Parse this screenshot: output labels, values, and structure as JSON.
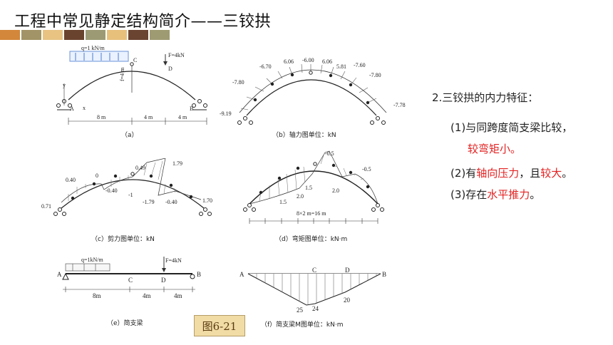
{
  "title": "工程中常见静定结构简介——三铰拱",
  "swatches": [
    "#d3873a",
    "#a29466",
    "#e8c382",
    "#6a432e",
    "#9b9a74",
    "#e7c07c",
    "#6a4331",
    "#9e9a72"
  ],
  "captions": {
    "a": "（a）",
    "b": "（b）轴力图单位：kN",
    "c": "（c）剪力图单位：kN",
    "d": "（d）弯矩图单位：kN·m",
    "e": "（e）简支梁",
    "f": "（f）简支梁M图单位：kN·m"
  },
  "fig_label": "图6-21",
  "fig_a": {
    "load_q": "q=1 kN/m",
    "load_F": "F=4kN",
    "point_C": "C",
    "point_D": "D",
    "point_A": "A",
    "point_B": "B",
    "axis_y": "y",
    "axis_x": "x",
    "rise": "f=4 m",
    "dim_1": "8 m",
    "dim_2": "4 m",
    "dim_3": "4 m"
  },
  "fig_b": {
    "labels": [
      "-9.19",
      "-7.80",
      "-6.70",
      "6.06",
      "-6.00",
      "6.06",
      "5.81",
      "-7.60",
      "-7.80",
      "-7.78"
    ]
  },
  "fig_c": {
    "labels": [
      "0.71",
      "0.40",
      "0",
      "-0.40",
      "0.49",
      "-1",
      "1.79",
      "-1.79",
      "-0.40",
      "1.70"
    ]
  },
  "fig_d": {
    "labels": [
      "-0.5",
      "-0.5",
      "1.5",
      "2.0",
      "1.5",
      "2.0"
    ],
    "span": "8×2 m=16 m"
  },
  "fig_e": {
    "load_q": "q=1kN/m",
    "load_F": "F=4kN",
    "A": "A",
    "B": "B",
    "C": "C",
    "D": "D",
    "dim_1": "8m",
    "dim_2": "4m",
    "dim_3": "4m"
  },
  "fig_f": {
    "A": "A",
    "B": "B",
    "C": "C",
    "D": "D",
    "v1": "25",
    "v2": "24",
    "v3": "20"
  },
  "right": {
    "heading": "2.三铰拱的内力特征：",
    "line1": "(1)与同跨度简支梁比较，",
    "line1b": "较弯矩小。",
    "line2a": "(2)有",
    "line2b": "轴向压力",
    "line2c": "，且",
    "line2d": "较大",
    "line2e": "。",
    "line3a": "(3)存在",
    "line3b": "水平推力",
    "line3c": "。"
  }
}
